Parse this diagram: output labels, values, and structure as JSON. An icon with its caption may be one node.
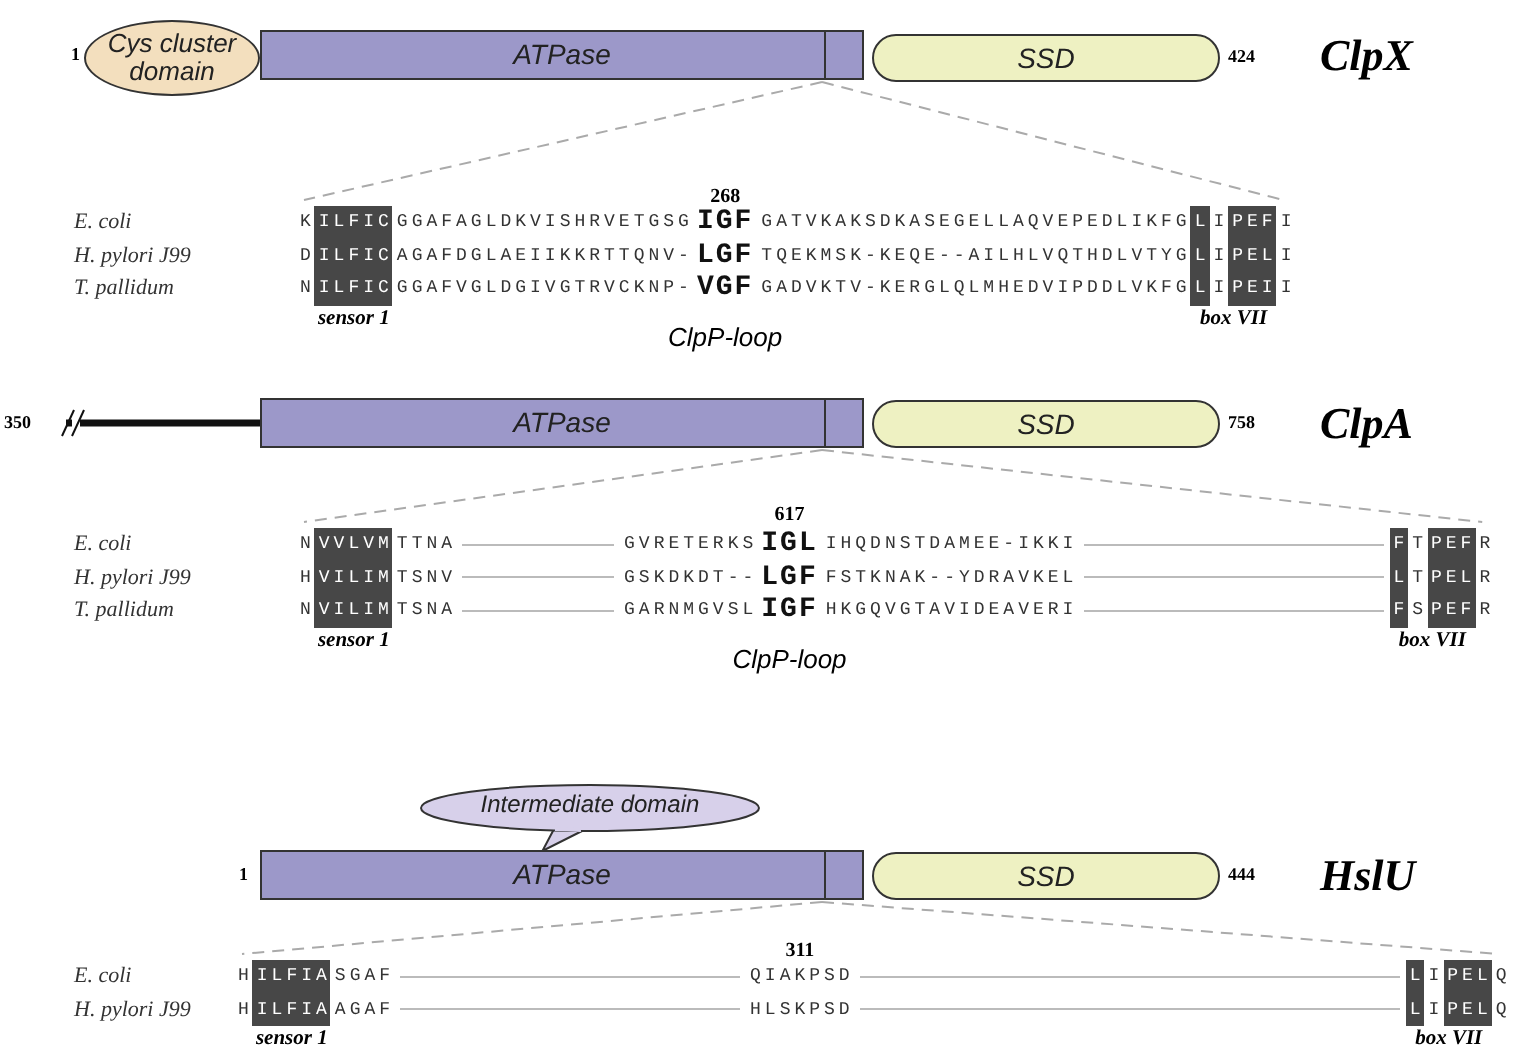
{
  "diagram": {
    "nodes": [
      {
        "text": [
          "Cys cluster domain"
        ]
      },
      {
        "text": [
          "ATPase"
        ]
      },
      {
        "text": [
          "SSD"
        ]
      },
      {
        "text": [
          "ATPase"
        ]
      },
      {
        "text": [
          "SSD"
        ]
      },
      {
        "text": [
          "Intermediate domain"
        ]
      },
      {
        "text": [
          "ATPase"
        ]
      },
      {
        "text": [
          "SSD"
        ]
      }
    ],
    "labels": [
      "1",
      "424",
      "ClpX",
      "268",
      "E. coli",
      "K",
      "ILFIC",
      "GGAFAGLDKVISHRVETGSG",
      "IGF",
      "GATVKAKSDKASEGELLAQVEPEDLIKFG",
      "L",
      "I",
      "PEF",
      "I",
      "H. pylori J99",
      "D",
      "ILFIC",
      "AGAFDGLAEIIKKRTTQNV-",
      "LGF",
      "TQEKMSK-KEQE--AILHLVQTHDLVTYG",
      "L",
      "I",
      "PEL",
      "I",
      "T. pallidum",
      "N",
      "ILFIC",
      "GGAFVGLDGIVGTRVCKNP-",
      "VGF",
      "GADVKTV-KERGLQLMHEDVIPDDLVKFG",
      "L",
      "I",
      "PEI",
      "I",
      "sensor 1",
      "ClpP-loop",
      "box VII",
      "350",
      "758",
      "ClpA",
      "617",
      "E. coli",
      "N",
      "VVLVM",
      "TTNA",
      "GVRETERKS",
      "IGL",
      "IHQDNSTDAMEE-IKKI",
      "F",
      "T",
      "PEF",
      "R",
      "H. pylori J99",
      "H",
      "VILIM",
      "TSNV",
      "GSKDKDT--",
      "LGF",
      "FSTKNAK--YDRAVKEL",
      "L",
      "T",
      "PEL",
      "R",
      "T. pallidum",
      "N",
      "VILIM",
      "TSNA",
      "GARNMGVSL",
      "IGF",
      "HKGQVGTAVIDEAVERI",
      "F",
      "S",
      "PEF",
      "R",
      "sensor 1",
      "ClpP-loop",
      "box VII",
      "1",
      "444",
      "HslU",
      "311",
      "E. coli",
      "H",
      "ILFIA",
      "SGAF",
      "QIAKPSD",
      "L",
      "I",
      "PEL",
      "Q",
      "H. pylori J99",
      "H",
      "ILFIA",
      "AGAF",
      "HLSKPSD",
      "L",
      "I",
      "PEL",
      "Q",
      "sensor 1",
      "box VII"
    ]
  }
}
